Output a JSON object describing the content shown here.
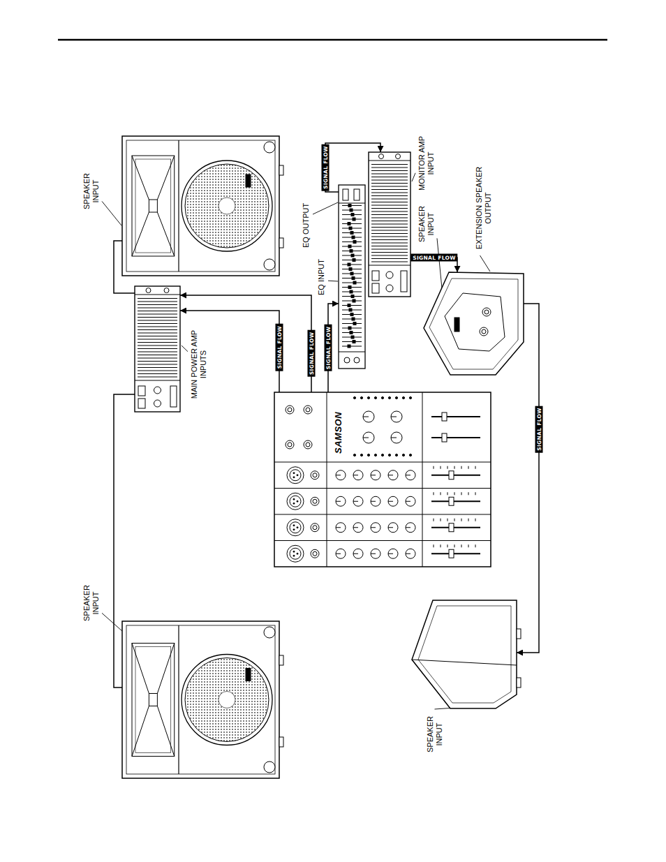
{
  "diagram": {
    "nodes": [
      {
        "text": [
          "SPEAKER INPUT"
        ]
      },
      {
        "text": [
          "MAIN POWER AMP INPUTS"
        ]
      },
      {
        "text": [
          "SAMSON"
        ]
      },
      {
        "text": [
          "EQ INPUT",
          "EQ OUTPUT"
        ]
      },
      {
        "text": [
          "MONITOR AMP INPUT"
        ]
      },
      {
        "text": [
          "SPEAKER INPUT",
          "EXTENSION SPEAKER OUTPUT"
        ]
      },
      {
        "text": [
          "SPEAKER INPUT"
        ]
      },
      {
        "text": [
          "SPEAKER INPUT"
        ]
      }
    ],
    "edges": [
      {
        "from": 2,
        "to": 1,
        "label": "SIGNAL FLOW",
        "arrow": "to"
      },
      {
        "from": 2,
        "to": 1,
        "label": "SIGNAL FLOW",
        "arrow": "to"
      },
      {
        "from": 2,
        "to": 3,
        "label": "SIGNAL FLOW",
        "arrow": "to"
      },
      {
        "from": 3,
        "to": 4,
        "label": "SIGNAL FLOW",
        "arrow": "to"
      },
      {
        "from": 4,
        "to": 5,
        "label": "SIGNAL FLOW",
        "arrow": "to"
      },
      {
        "from": 5,
        "to": 7,
        "label": "SIGNAL FLOW",
        "arrow": "to"
      },
      {
        "from": 1,
        "to": 0,
        "arrow": "none"
      },
      {
        "from": 1,
        "to": 6,
        "arrow": "none"
      }
    ]
  }
}
